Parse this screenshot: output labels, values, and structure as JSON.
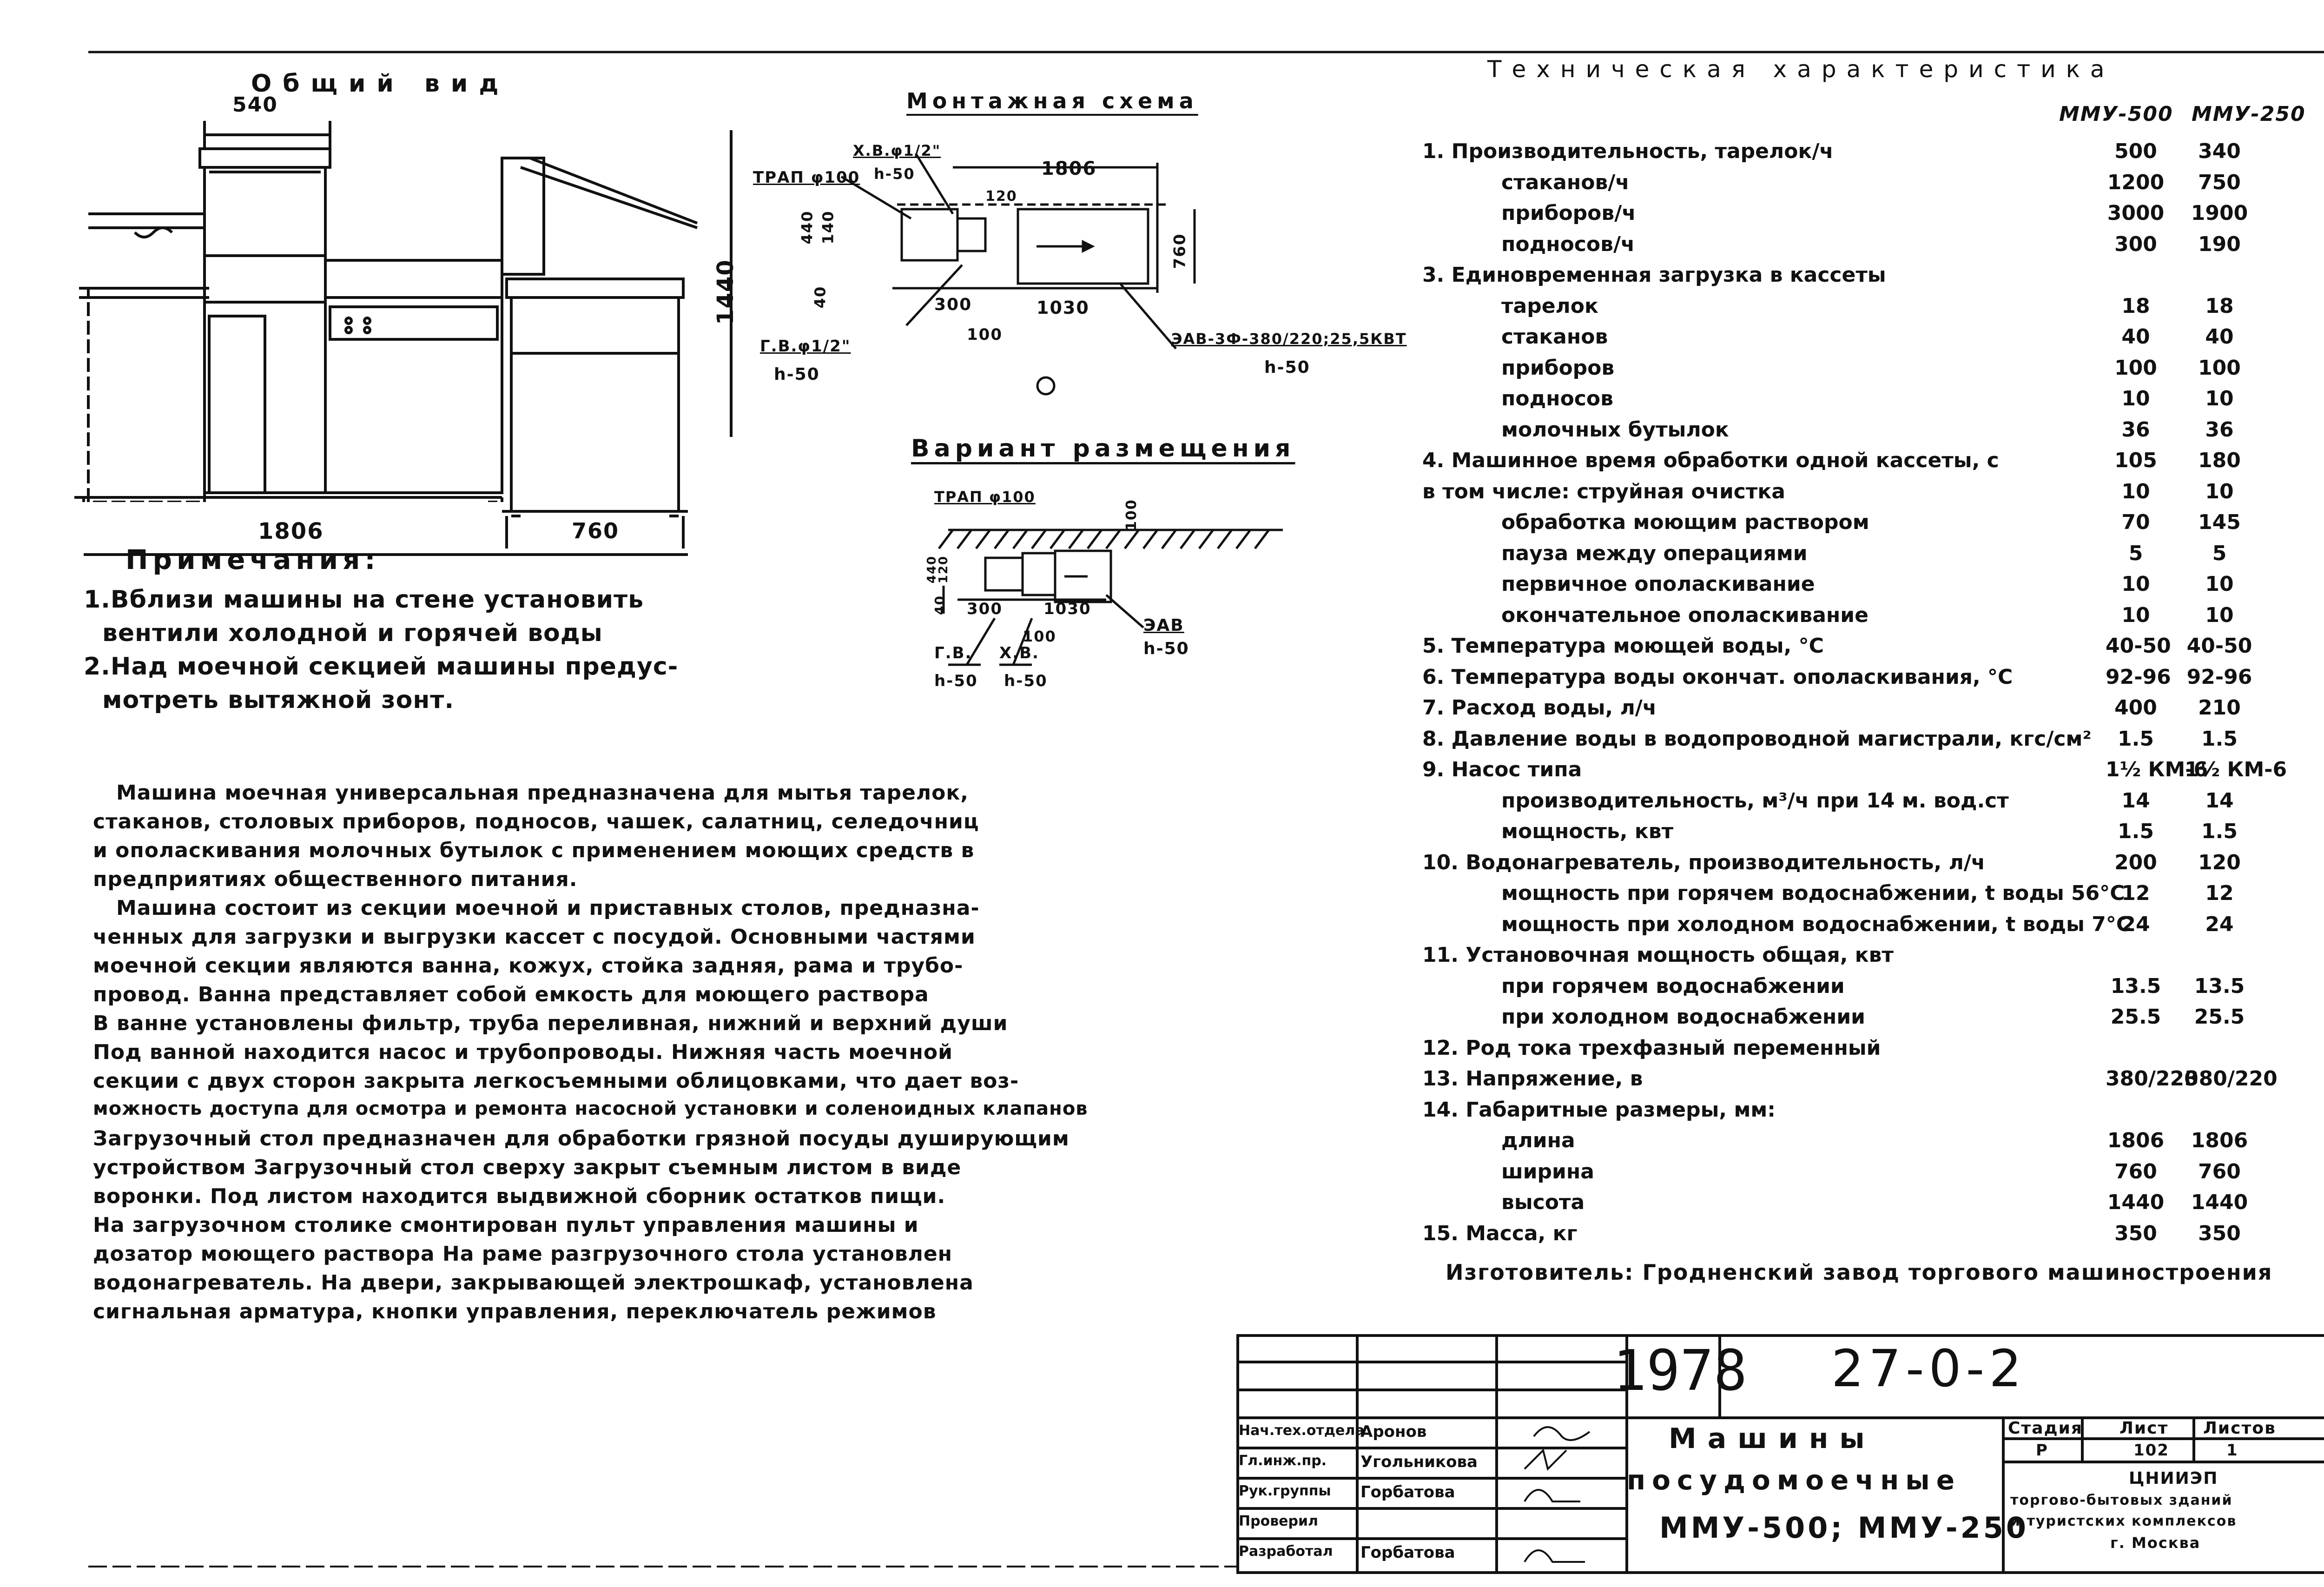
{
  "views": {
    "general_view_title": "Общий вид",
    "general_view": {
      "dim_top": "540",
      "dim_width": "1806",
      "dim_height": "1440",
      "dim_side_width": "760"
    },
    "mounting_title": "Монтажная схема",
    "mounting": {
      "trap": "ТРАП φ100",
      "hw": "Х.В.φ1/2\"",
      "hw_h": "h-50",
      "gw": "Г.В.φ1/2\"",
      "gw_h": "h-50",
      "dim_1806": "1806",
      "dim_120": "120",
      "dim_760": "760",
      "dim_440": "440",
      "dim_140": "140",
      "dim_40": "40",
      "dim_300": "300",
      "dim_1030": "1030",
      "dim_100": "100",
      "elec": "ЭАВ-3Ф-380/220;25,5КВТ",
      "elec_h": "h-50"
    },
    "placement_title": "Вариант размещения",
    "placement": {
      "trap": "ТРАП φ100",
      "dim_100_top": "100",
      "dim_440": "440",
      "dim_120": "120",
      "dim_40": "40",
      "dim_300": "300",
      "dim_1030": "1030",
      "dim_100": "100",
      "gv": "Г.В.",
      "gv_h": "h-50",
      "hv": "Х.В.",
      "hv_h": "h-50",
      "eav": "ЭАВ",
      "eav_h": "h-50"
    }
  },
  "notes": {
    "title": "Примечания:",
    "items": [
      "1.Вблизи машины на стене установить",
      "вентили холодной и горячей воды",
      "2.Над моечной секцией машины предус-",
      "мотреть вытяжной зонт."
    ]
  },
  "description": [
    "Машина моечная универсальная предназначена для мытья тарелок,",
    "стаканов, столовых приборов, подносов, чашек, салатниц, селедочниц",
    "и ополаскивания молочных бутылок с применением моющих средств в",
    "предприятиях общественного питания.",
    "Машина состоит из секции моечной и приставных столов, предназна-",
    "ченных для загрузки и выгрузки кассет с посудой. Основными частями",
    "моечной секции являются ванна, кожух, стойка задняя, рама и трубо-",
    "провод. Ванна представляет собой емкость для моющего раствора",
    "В ванне установлены фильтр, труба переливная, нижний и верхний души",
    "Под ванной находится насос и трубопроводы. Нижняя часть моечной",
    "секции с двух сторон закрыта легкосъемными облицовками, что дает воз-",
    "можность доступа для осмотра и ремонта насосной установки и соленоидных клапанов",
    "Загрузочный стол предназначен для обработки грязной посуды душирующим",
    "устройством Загрузочный стол сверху закрыт съемным листом в виде",
    "воронки. Под листом находится выдвижной сборник остатков пищи.",
    "На загрузочном столике смонтирован пульт управления машины и",
    "дозатор моющего раствора На раме разгрузочного стола установлен",
    "водонагреватель. На двери, закрывающей электрошкаф, установлена",
    "сигнальная арматура, кнопки управления, переключатель режимов"
  ],
  "specs": {
    "title": "Техническая характеристика",
    "col1": "ММУ-500",
    "col2": "ММУ-250",
    "rows": [
      {
        "label": "1. Производительность, тарелок/ч",
        "v1": "500",
        "v2": "340",
        "indent": 0
      },
      {
        "label": "стаканов/ч",
        "v1": "1200",
        "v2": "750",
        "indent": 1
      },
      {
        "label": "приборов/ч",
        "v1": "3000",
        "v2": "1900",
        "indent": 1
      },
      {
        "label": "подносов/ч",
        "v1": "300",
        "v2": "190",
        "indent": 1
      },
      {
        "label": "3. Единовременная загрузка в кассеты",
        "v1": "",
        "v2": "",
        "indent": 0
      },
      {
        "label": "тарелок",
        "v1": "18",
        "v2": "18",
        "indent": 1
      },
      {
        "label": "стаканов",
        "v1": "40",
        "v2": "40",
        "indent": 1
      },
      {
        "label": "приборов",
        "v1": "100",
        "v2": "100",
        "indent": 1
      },
      {
        "label": "подносов",
        "v1": "10",
        "v2": "10",
        "indent": 1
      },
      {
        "label": "молочных бутылок",
        "v1": "36",
        "v2": "36",
        "indent": 1
      },
      {
        "label": "4. Машинное время обработки одной кассеты, с",
        "v1": "105",
        "v2": "180",
        "indent": 0
      },
      {
        "label": "в том числе: струйная очистка",
        "v1": "10",
        "v2": "10",
        "indent": 0
      },
      {
        "label": "обработка моющим раствором",
        "v1": "70",
        "v2": "145",
        "indent": 1
      },
      {
        "label": "пауза между операциями",
        "v1": "5",
        "v2": "5",
        "indent": 1
      },
      {
        "label": "первичное ополаскивание",
        "v1": "10",
        "v2": "10",
        "indent": 1
      },
      {
        "label": "окончательное ополаскивание",
        "v1": "10",
        "v2": "10",
        "indent": 1
      },
      {
        "label": "5. Температура моющей воды, °C",
        "v1": "40-50",
        "v2": "40-50",
        "indent": 0
      },
      {
        "label": "6. Температура воды окончат. ополаскивания, °C",
        "v1": "92-96",
        "v2": "92-96",
        "indent": 0
      },
      {
        "label": "7. Расход воды, л/ч",
        "v1": "400",
        "v2": "210",
        "indent": 0
      },
      {
        "label": "8. Давление воды в водопроводной магистрали, кгс/см²",
        "v1": "1.5",
        "v2": "1.5",
        "indent": 0
      },
      {
        "label": "9. Насос типа",
        "v1": "1½ КМ-6",
        "v2": "1½ КМ-6",
        "indent": 0
      },
      {
        "label": "производительность, м³/ч при 14 м. вод.ст",
        "v1": "14",
        "v2": "14",
        "indent": 1
      },
      {
        "label": "мощность, квт",
        "v1": "1.5",
        "v2": "1.5",
        "indent": 1
      },
      {
        "label": "10. Водонагреватель, производительность, л/ч",
        "v1": "200",
        "v2": "120",
        "indent": 0
      },
      {
        "label": "мощность при горячем водоснабжении, t воды 56°C",
        "v1": "12",
        "v2": "12",
        "indent": 1
      },
      {
        "label": "мощность при холодном водоснабжении, t воды 7°C",
        "v1": "24",
        "v2": "24",
        "indent": 1
      },
      {
        "label": "11. Установочная мощность общая, квт",
        "v1": "",
        "v2": "",
        "indent": 0
      },
      {
        "label": "при горячем водоснабжении",
        "v1": "13.5",
        "v2": "13.5",
        "indent": 1
      },
      {
        "label": "при холодном водоснабжении",
        "v1": "25.5",
        "v2": "25.5",
        "indent": 1
      },
      {
        "label": "12. Род тока          трехфазный переменный",
        "v1": "",
        "v2": "",
        "indent": 0
      },
      {
        "label": "13. Напряжение, в",
        "v1": "380/220",
        "v2": "380/220",
        "indent": 0
      },
      {
        "label": "14. Габаритные размеры, мм:",
        "v1": "",
        "v2": "",
        "indent": 0
      },
      {
        "label": "длина",
        "v1": "1806",
        "v2": "1806",
        "indent": 1
      },
      {
        "label": "ширина",
        "v1": "760",
        "v2": "760",
        "indent": 1
      },
      {
        "label": "высота",
        "v1": "1440",
        "v2": "1440",
        "indent": 1
      },
      {
        "label": "15. Масса, кг",
        "v1": "350",
        "v2": "350",
        "indent": 0
      }
    ],
    "manufacturer": "Изготовитель: Гродненский завод торгового машиностроения"
  },
  "title_block": {
    "year": "1978",
    "code": "27-0-2",
    "staff": [
      {
        "role": "Нач.тех.отдела",
        "name": "Аронов"
      },
      {
        "role": "Гл.инж.пр.",
        "name": "Угольникова"
      },
      {
        "role": "Рук.группы",
        "name": "Горбатова"
      },
      {
        "role": "Проверил",
        "name": ""
      },
      {
        "role": "Разработал",
        "name": "Горбатова"
      }
    ],
    "title_line1": "Машины",
    "title_line2": "посудомоечные",
    "title_line3": "ММУ-500; ММУ-250",
    "stage_label": "Стадия",
    "sheet_label": "Лист",
    "sheets_label": "Листов",
    "stage_value": "Р",
    "sheet_value": "102",
    "sheets_value": "1",
    "org_line1": "ЦНИИЭП",
    "org_line2": "торгово-бытовых зданий",
    "org_line3": "и туристских комплексов",
    "org_line4": "г. Москва"
  }
}
